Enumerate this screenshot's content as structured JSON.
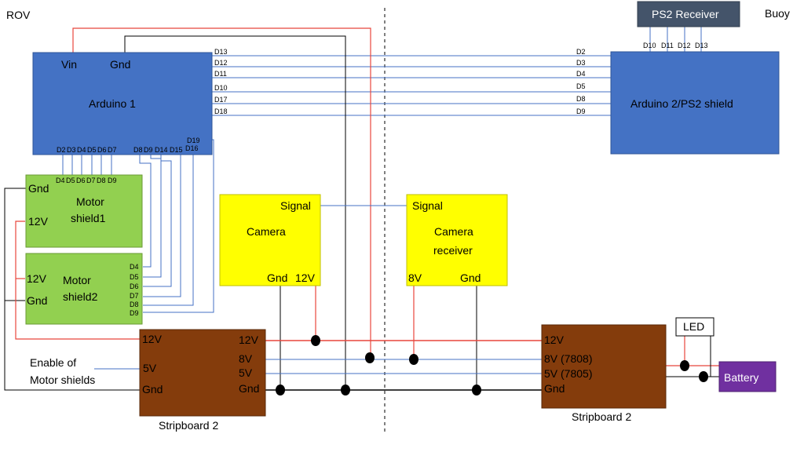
{
  "regions": {
    "left": "ROV",
    "right": "Buoy"
  },
  "colors": {
    "arduino": "#4472C4",
    "motor_shield": "#92D050",
    "camera": "#FFFF00",
    "stripboard": "#843C0C",
    "battery": "#7030A0",
    "ps2": "#44546A",
    "red_wire": "#E8463C",
    "blue_wire": "#4472C4",
    "black_wire": "#000000"
  },
  "arduino1": {
    "title": "Arduino 1",
    "vin": "Vin",
    "gnd": "Gnd",
    "right_pins": [
      "D13",
      "D12",
      "D11",
      "D10",
      "D17",
      "D18"
    ],
    "bottom_pins": [
      "D2",
      "D3",
      "D4",
      "D5",
      "D6",
      "D7",
      "D8",
      "D9",
      "D14",
      "D15",
      "D16"
    ],
    "corner_pin": "D19"
  },
  "arduino2": {
    "title": "Arduino 2/PS2 shield",
    "left_pins": [
      "D2",
      "D3",
      "D4",
      "D5",
      "D8",
      "D9"
    ]
  },
  "ps2": {
    "title": "PS2 Receiver",
    "pins": [
      "D10",
      "D11",
      "D12",
      "D13"
    ]
  },
  "motor1": {
    "title_line1": "Motor",
    "title_line2": "shield1",
    "gnd": "Gnd",
    "v12": "12V",
    "top_pins": [
      "D4",
      "D5",
      "D6",
      "D7",
      "D8",
      "D9"
    ]
  },
  "motor2": {
    "title_line1": "Motor",
    "title_line2": "shield2",
    "v12": "12V",
    "gnd": "Gnd",
    "right_pins": [
      "D4",
      "D5",
      "D6",
      "D7",
      "D8",
      "D9"
    ]
  },
  "camera": {
    "title": "Camera",
    "signal": "Signal",
    "gnd": "Gnd",
    "v12": "12V"
  },
  "camera_receiver": {
    "title_line1": "Camera",
    "title_line2": "receiver",
    "signal": "Signal",
    "v8": "8V",
    "gnd": "Gnd"
  },
  "stripboard_left": {
    "caption": "Stripboard 2",
    "left_pins": [
      "12V",
      "5V",
      "Gnd"
    ],
    "right_pins": [
      "12V",
      "8V",
      "5V",
      "Gnd"
    ]
  },
  "stripboard_right": {
    "caption": "Stripboard 2",
    "left_pins": [
      "12V",
      "8V (7808)",
      "5V (7805)",
      "Gnd"
    ]
  },
  "enable_label": {
    "line1": "Enable of",
    "line2": "Motor shields"
  },
  "led": {
    "label": "LED"
  },
  "battery": {
    "label": "Battery"
  }
}
